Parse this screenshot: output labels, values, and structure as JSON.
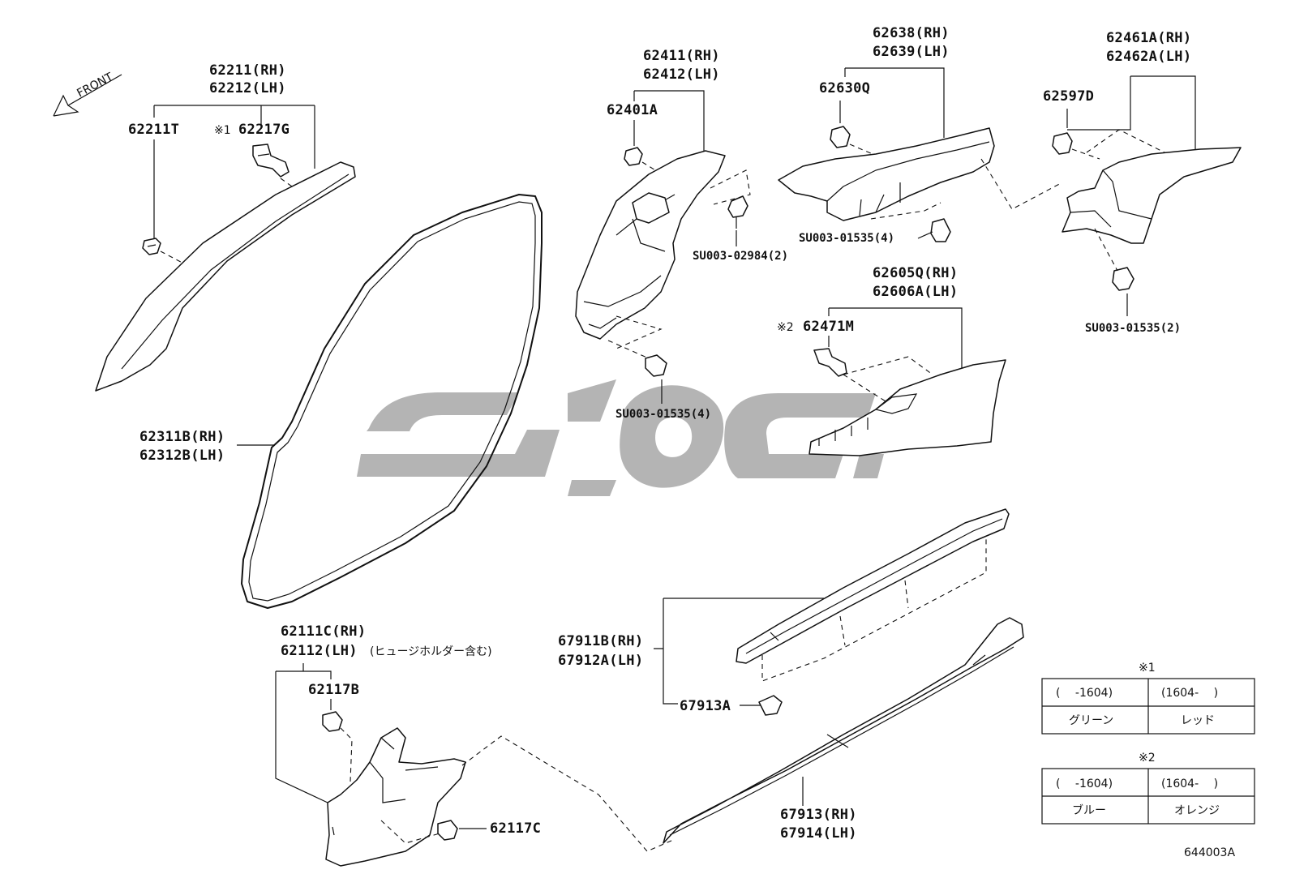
{
  "front_label": "FRONT",
  "note_marks": {
    "mark1": "※1",
    "mark2": "※2"
  },
  "parts": {
    "p62211": [
      "62211(RH)",
      "62212(LH)"
    ],
    "p62211T": "62211T",
    "p62217G": "62217G",
    "p62311B": [
      "62311B(RH)",
      "62312B(LH)"
    ],
    "p62411": [
      "62411(RH)",
      "62412(LH)"
    ],
    "p62401A": "62401A",
    "su02984": "SU003-02984(2)",
    "su01535_4a": "SU003-01535(4)",
    "p62638": [
      "62638(RH)",
      "62639(LH)"
    ],
    "p62630Q": "62630Q",
    "su01535_4b": "SU003-01535(4)",
    "p62461A": [
      "62461A(RH)",
      "62462A(LH)"
    ],
    "p62597D": "62597D",
    "su01535_2": "SU003-01535(2)",
    "p62605Q": [
      "62605Q(RH)",
      "62606A(LH)"
    ],
    "p62471M": "62471M",
    "p62111C": [
      "62111C(RH)",
      "62112(LH)"
    ],
    "p62111C_note": "(ヒュージホルダー含む)",
    "p62117B": "62117B",
    "p62117C": "62117C",
    "p67911B": [
      "67911B(RH)",
      "67912A(LH)"
    ],
    "p67913A": "67913A",
    "p67913": [
      "67913(RH)",
      "67914(LH)"
    ]
  },
  "table1": {
    "title": "※1",
    "headers": [
      "(　 -1604)",
      "(1604-　 )"
    ],
    "values": [
      "グリーン",
      "レッド"
    ]
  },
  "table2": {
    "title": "※2",
    "headers": [
      "(　 -1604)",
      "(1604-　 )"
    ],
    "values": [
      "ブルー",
      "オレンジ"
    ]
  },
  "diagram_code": "644003A"
}
